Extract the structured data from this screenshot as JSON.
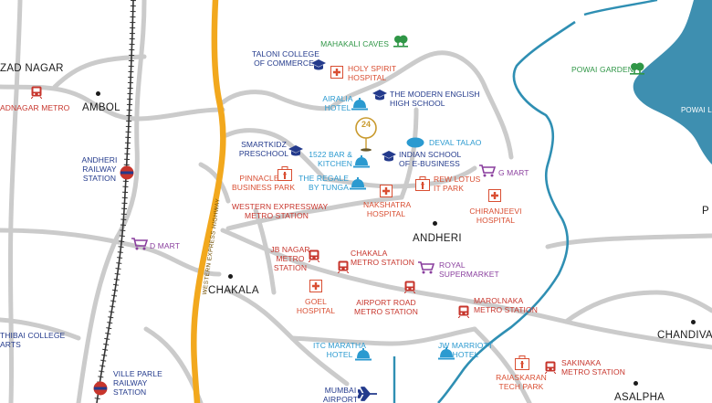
{
  "labels": {
    "mahakali": "MAHAKALI CAVES",
    "taloni": "TALONI COLLEGE\nOF COMMERCE",
    "holy_spirit": "HOLY SPIRIT\nHOSPITAL",
    "airalia": "AIRALIA\nHOTEL",
    "modern_english": "THE MODERN ENGLISH\nHIGH SCHOOL",
    "deval_talao": "DEVAL TALAO",
    "smartkidz": "SMARTKIDZ\nPRESCHOOL",
    "bar1522": "1522 BAR &\nKITCHEN",
    "indian_school": "INDIAN SCHOOL\nOF E-BUSINESS",
    "pinnacle": "PINNACLE\nBUSINESS PARK",
    "regale": "THE REGALE\nBY TUNGA",
    "rew_lotus": "REW LOTUS\nIT PARK",
    "g_mart": "G MART",
    "nakshatra": "NAKSHATRA\nHOSPITAL",
    "chiranjeevi": "CHIRANJEEVI\nHOSPITAL",
    "wemetro": "WESTERN EXPRESSWAY\nMETRO STATION",
    "d_mart": "D MART",
    "jb_nagar": "JB NAGAR\nMETRO\nSTATION",
    "chakala_metro": "CHAKALA\nMETRO STATION",
    "royal": "ROYAL\nSUPERMARKET",
    "goel": "GOEL\nHOSPITAL",
    "airport_road": "AIRPORT ROAD\nMETRO STATION",
    "marol": "MAROLNAKA\nMETRO STATION",
    "itc": "ITC MARATHA\nHOTEL",
    "jw": "JW MARRIOTT\nHOTEL",
    "sakinaka": "SAKINAKA\nMETRO STATION",
    "raiaskaran": "RAIASKARAN\nTECH PARK",
    "airport": "MUMBAI\nAIRPORT",
    "andheri_rly": "ANDHERI\nRAILWAY\nSTATION",
    "ville_parle": "VILLE PARLE\nRAILWAY\nSTATION",
    "adnagar": "ADNAGAR METRO",
    "powai_garden": "POWAI GARDEN",
    "thibai": "THIBAI COLLEGE\nARTS",
    "powai_lake": "POWAI L"
  },
  "areas": {
    "zad_nagar": "ZAD NAGAR",
    "ambol": "AMBOL",
    "andheri": "ANDHERI",
    "chakala": "CHAKALA",
    "chandiva": "CHANDIVA",
    "asalpha": "ASALPHA",
    "p": "P"
  },
  "highway": "WESTERN EXPRESS HIGHWAY",
  "marker": {
    "number": "24"
  },
  "colors": {
    "road": "#c8c8c8",
    "highway": "#f2a81d",
    "river": "#2f8fb3",
    "lake": "#3e8fb0",
    "school": "#233a8c",
    "hospital": "#d94e32",
    "hotel": "#2b9ad0",
    "mart": "#8a3f9e",
    "metro": "#c7352c",
    "park": "#2f9646",
    "area": "#1b1b1b"
  },
  "icons": {
    "mahakali": "park-icon",
    "taloni": "school-icon",
    "holy_spirit": "hospital-icon",
    "airalia": "hotel-icon",
    "modern_english": "school-icon",
    "deval_talao": "lake-icon",
    "smartkidz": "school-icon",
    "bar1522": "hotel-icon",
    "indian_school": "school-icon",
    "pinnacle": "office-icon",
    "regale": "hotel-icon",
    "rew_lotus": "office-icon",
    "g_mart": "cart-icon",
    "nakshatra": "hospital-icon",
    "chiranjeevi": "hospital-icon",
    "d_mart": "cart-icon",
    "jb_nagar": "metro-icon",
    "chakala_metro": "metro-icon",
    "royal": "cart-icon",
    "goel": "hospital-icon",
    "airport_road": "metro-icon",
    "marol": "metro-icon",
    "itc": "hotel-icon",
    "jw": "hotel-icon",
    "sakinaka": "metro-icon",
    "raiaskaran": "office-icon",
    "airport": "plane-icon",
    "andheri_rly": "railway-icon",
    "ville_parle": "railway-icon",
    "adnagar": "metro-icon",
    "powai_garden": "park-icon"
  }
}
